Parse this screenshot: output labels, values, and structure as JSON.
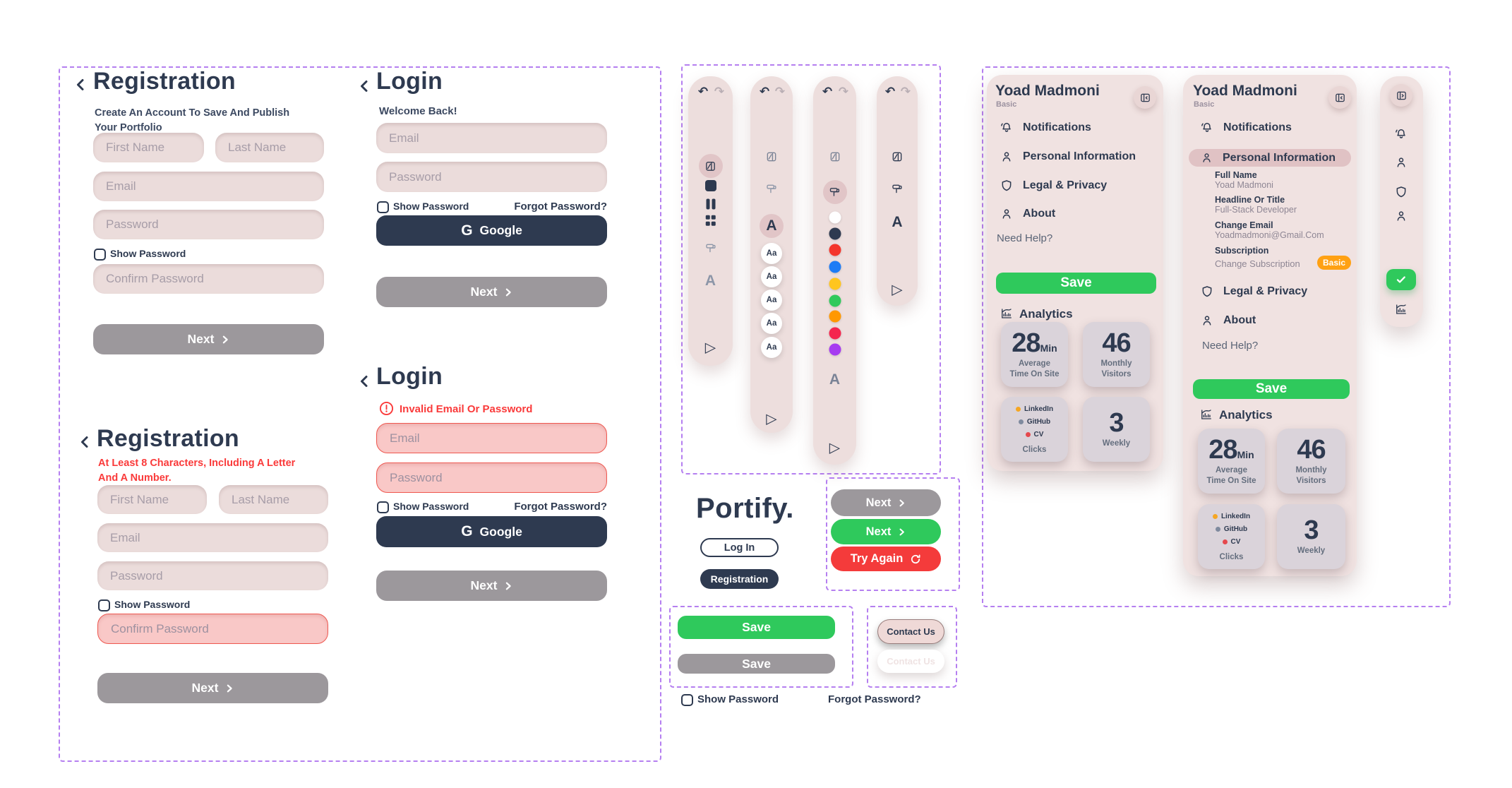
{
  "colors": {
    "navy": "#2E3A50",
    "pink_card": "#F0E2E1",
    "pink_field": "#EBDCDB",
    "pink_active": "#E1C5C7",
    "gray_button": "#9C989C",
    "green": "#2FC95C",
    "red": "#F43B3B",
    "error_bg": "#F9C8C7",
    "error_border": "#EF5850",
    "error_text": "#FA3A3A",
    "orange_badge": "#FFA113",
    "stat_card": "#DAD3DA",
    "dashed_border": "#B57FF0"
  },
  "icons": {
    "undo": "↶",
    "redo": "↷",
    "play": "▷",
    "check": "✓",
    "google_g": "G",
    "letter_a": "A",
    "font_sample": "Aa"
  },
  "toolbars": {
    "palette": [
      "#FFFFFF",
      "#2E3A50",
      "#F4352B",
      "#1E7CF5",
      "#FFC51F",
      "#2FC95C",
      "#FF9800",
      "#F4264E",
      "#A63BF0"
    ]
  },
  "labels": {
    "first_name": "First Name",
    "last_name": "Last Name",
    "email": "Email",
    "password": "Password",
    "confirm_password": "Confirm Password",
    "show_password": "Show Password",
    "forgot_password": "Forgot Password?",
    "next": "Next",
    "google": "Google",
    "save": "Save",
    "try_again": "Try Again",
    "contact_us": "Contact Us",
    "log_in": "Log In",
    "registration": "Registration"
  },
  "forms": {
    "registration": {
      "title": "Registration",
      "subtitle": "Create An Account To Save And Publish\nYour Portfolio"
    },
    "registration_error": {
      "title": "Registration",
      "error": "At Least 8 Characters, Including A Letter\nAnd A Number."
    },
    "login": {
      "title": "Login",
      "subtitle": "Welcome Back!"
    },
    "login_error": {
      "title": "Login",
      "error": "Invalid Email Or Password"
    }
  },
  "brand": {
    "logo": "Portify."
  },
  "profile": {
    "name": "Yoad Madmoni",
    "plan": "Basic",
    "menu": [
      "Notifications",
      "Personal Information",
      "Legal & Privacy",
      "About"
    ],
    "need_help": "Need Help?",
    "analytics": "Analytics",
    "personal_info": {
      "full_name_label": "Full Name",
      "full_name": "Yoad Madmoni",
      "headline_label": "Headline Or Title",
      "headline": "Full-Stack Developer",
      "email_label": "Change Email",
      "email": "Yoadmadmoni@Gmail.Com",
      "subscription_label": "Subscription",
      "change_subscription": "Change Subscription",
      "badge": "Basic"
    },
    "stats": {
      "time": {
        "value": "28",
        "unit": "Min",
        "label": "Average\nTime On Site"
      },
      "visitors": {
        "value": "46",
        "label": "Monthly\nVisitors"
      },
      "clicks": {
        "links": [
          "LinkedIn",
          "GitHub",
          "CV"
        ],
        "label": "Clicks"
      },
      "weekly": {
        "value": "3",
        "label": "Weekly"
      }
    }
  }
}
